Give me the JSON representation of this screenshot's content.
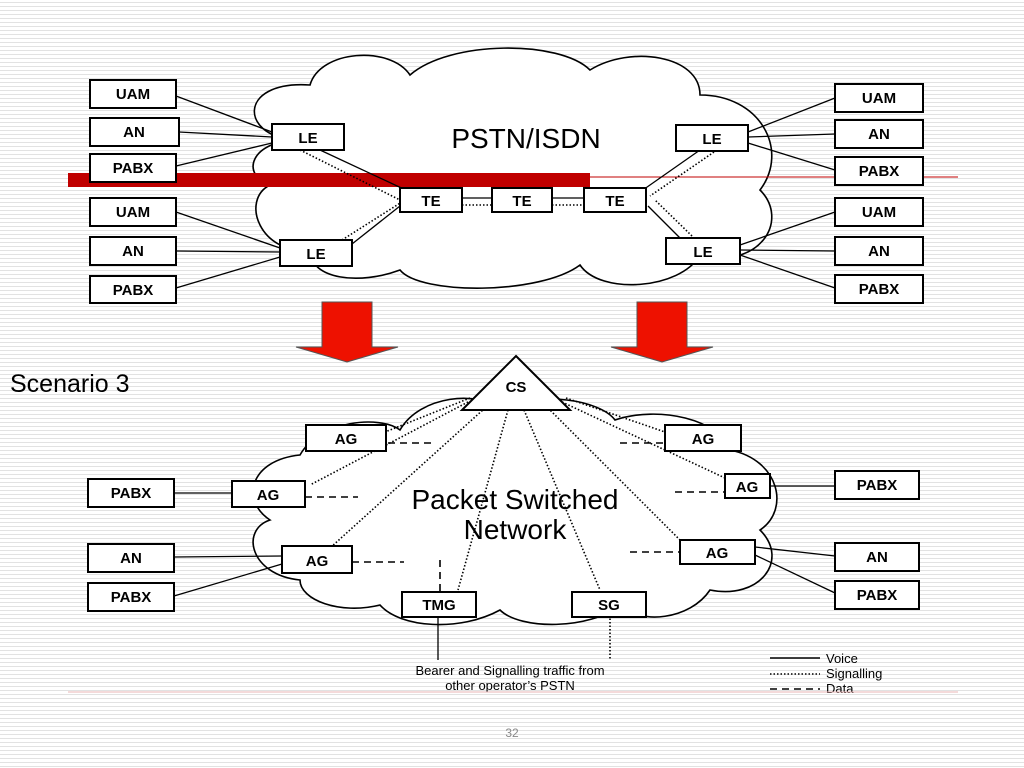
{
  "slide": {
    "scenario_label": "Scenario 3",
    "page_number": "32"
  },
  "top_diagram": {
    "cloud_label": "PSTN/ISDN",
    "nodes": {
      "le": "LE",
      "te": "TE"
    },
    "access": {
      "uam": "UAM",
      "an": "AN",
      "pabx": "PABX"
    }
  },
  "bottom_diagram": {
    "cloud_label_line1": "Packet Switched",
    "cloud_label_line2": "Network",
    "nodes": {
      "cs": "CS",
      "ag": "AG",
      "tmg": "TMG",
      "sg": "SG"
    },
    "access": {
      "an": "AN",
      "pabx": "PABX"
    },
    "caption_line1": "Bearer and Signalling traffic from",
    "caption_line2": "other operator’s PSTN"
  },
  "legend": {
    "voice": "Voice",
    "signalling": "Signalling",
    "data": "Data"
  },
  "colors": {
    "accent_bar": "#c00000",
    "arrow_fill": "#ee1100",
    "background_line": "#e2e2e2"
  }
}
